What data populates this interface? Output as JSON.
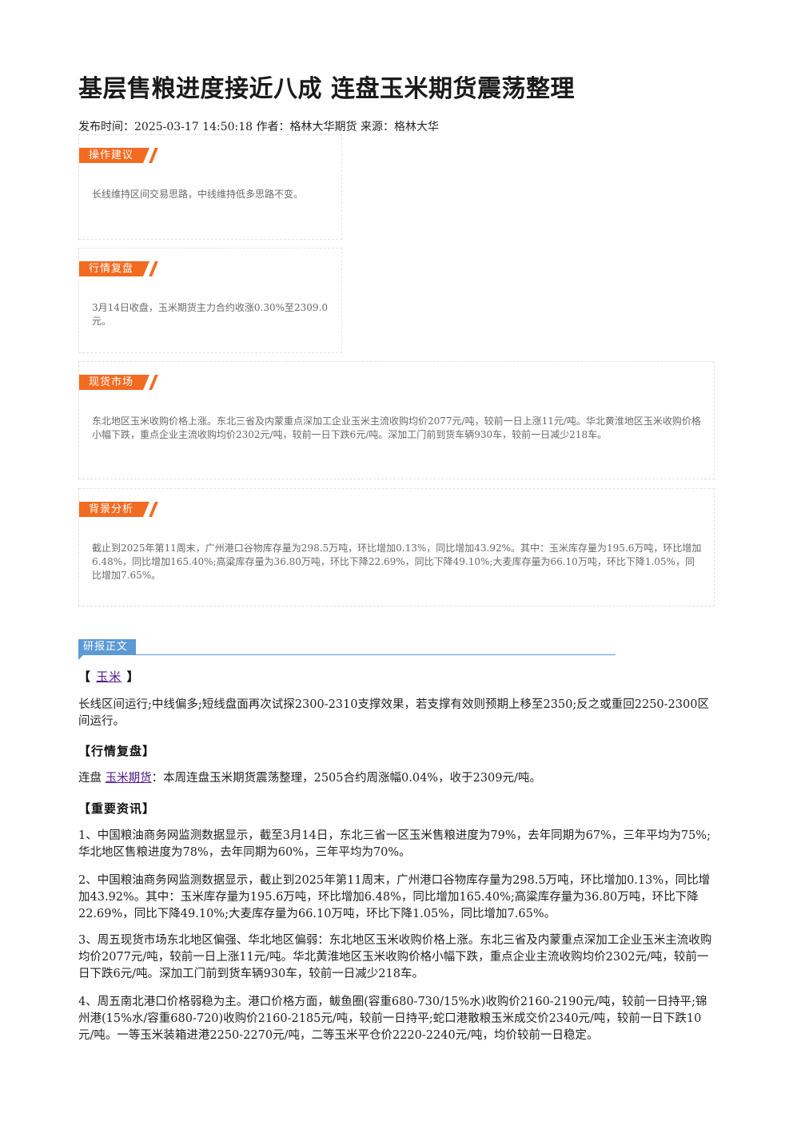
{
  "article": {
    "title": "基层售粮进度接近八成 连盘玉米期货震荡整理",
    "meta": "发布时间：2025-03-17 14:50:18 作者：格林大华期货 来源：格林大华"
  },
  "boxes": [
    {
      "tag": "操作建议",
      "text": "长线维持区间交易思路，中线维持低多思路不变。"
    },
    {
      "tag": "行情复盘",
      "text": "3月14日收盘，玉米期货主力合约收涨0.30%至2309.0元。"
    },
    {
      "tag": "现货市场",
      "text": "东北地区玉米收购价格上涨。东北三省及内蒙重点深加工企业玉米主流收购均价2077元/吨，较前一日上涨11元/吨。华北黄淮地区玉米收购价格小幅下跌，重点企业主流收购均价2302元/吨，较前一日下跌6元/吨。深加工门前到货车辆930车，较前一日减少218车。"
    },
    {
      "tag": "背景分析",
      "text": "截止到2025年第11周末，广州港口谷物库存量为298.5万吨，环比增加0.13%，同比增加43.92%。其中：玉米库存量为195.6万吨，环比增加6.48%，同比增加165.40%;高粱库存量为36.80万吨，环比下降22.69%，同比下降49.10%;大麦库存量为66.10万吨，环比下降1.05%，同比增加7.65%。"
    }
  ],
  "report": {
    "tag": "研报正文",
    "corn_head_open": "【",
    "corn_link": "玉米",
    "corn_head_close": "】",
    "p1": "长线区间运行;中线偏多;短线盘面再次试探2300-2310支撑效果，若支撑有效则预期上移至2350;反之或重回2250-2300区间运行。",
    "review_head": "【行情复盘】",
    "review_prefix": "连盘",
    "review_link": "玉米期货",
    "review_text": "：本周连盘玉米期货震荡整理，2505合约周涨幅0.04%，收于2309元/吨。",
    "news_head": "【重要资讯】",
    "news": [
      "1、中国粮油商务网监测数据显示，截至3月14日，东北三省一区玉米售粮进度为79%，去年同期为67%，三年平均为75%;华北地区售粮进度为78%，去年同期为60%，三年平均为70%。",
      "2、中国粮油商务网监测数据显示，截止到2025年第11周末，广州港口谷物库存量为298.5万吨，环比增加0.13%，同比增加43.92%。其中：玉米库存量为195.6万吨，环比增加6.48%，同比增加165.40%;高粱库存量为36.80万吨，环比下降22.69%，同比下降49.10%;大麦库存量为66.10万吨，环比下降1.05%，同比增加7.65%。",
      "3、周五现货市场东北地区偏强、华北地区偏弱：东北地区玉米收购价格上涨。东北三省及内蒙重点深加工企业玉米主流收购均价2077元/吨，较前一日上涨11元/吨。华北黄淮地区玉米收购价格小幅下跌，重点企业主流收购均价2302元/吨，较前一日下跌6元/吨。深加工门前到货车辆930车，较前一日减少218车。",
      "4、周五南北港口价格弱稳为主。港口价格方面，鲅鱼圈(容重680-730/15%水)收购价2160-2190元/吨，较前一日持平;锦州港(15%水/容重680-720)收购价2160-2185元/吨，较前一日持平;蛇口港散粮玉米成交价2340元/吨，较前一日下跌10元/吨。一等玉米装箱进港2250-2270元/吨，二等玉米平仓价2220-2240元/吨，均价较前一日稳定。"
    ]
  },
  "colors": {
    "tag_orange": "#f26b21",
    "tag_blue": "#5b9ad5",
    "link": "#551a8b"
  }
}
